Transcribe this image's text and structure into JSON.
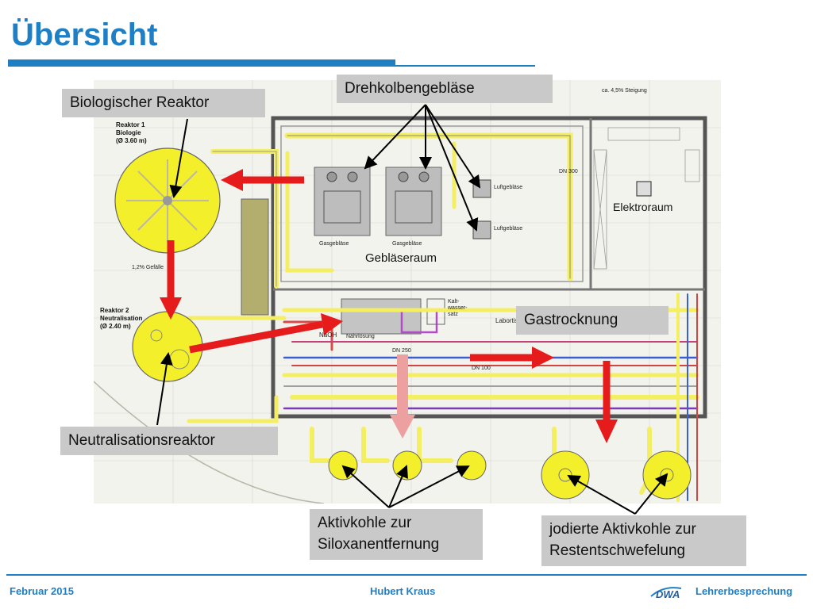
{
  "title": "Übersicht",
  "plan_labels": {
    "reactor1": "Reaktor 1\nBiologie\n(Ø 3.60 m)",
    "reactor2": "Reaktor 2\nNeutralisation\n(Ø 2.40 m)",
    "geblaeseraum": "Gebläseraum",
    "elektroraum": "Elektroraum",
    "gasgeblaese_1": "Gasgebläse",
    "gasgeblaese_2": "Gasgebläse",
    "luftgeblaese_1": "Luftgebläse",
    "luftgeblaese_2": "Luftgebläse",
    "naoh": "NaOH",
    "naehrloesung": "Nährlösung",
    "kaltwassersatz": "Kalt-\nwasser-\nsatz",
    "labortisch": "Labortisch",
    "steigung": "ca. 4,5% Steigung",
    "gefaelle": "1,2% Gefälle",
    "dn250": "DN 250",
    "dn100": "DN 100",
    "dn300": "DN 300"
  },
  "callouts": {
    "biologischer_reaktor": "Biologischer Reaktor",
    "drehkolbengeblaese": "Drehkolbengebläse",
    "gastrocknung": "Gastrocknung",
    "neutralisationsreaktor": "Neutralisationsreaktor",
    "aktivkohle": "Aktivkohle zur\nSiloxanentfernung",
    "jodierte": "jodierte Aktivkohle zur\nRestentschwefelung"
  },
  "footer": {
    "date": "Februar 2015",
    "author": "Hubert Kraus",
    "logo": "DWA",
    "event": "Lehrerbesprechung"
  },
  "colors": {
    "accent_blue": "#1f7fc4",
    "reactor_yellow": "#f3ef2a",
    "arrow_red": "#e61c1c",
    "callout_gray": "#c9c9c9"
  }
}
